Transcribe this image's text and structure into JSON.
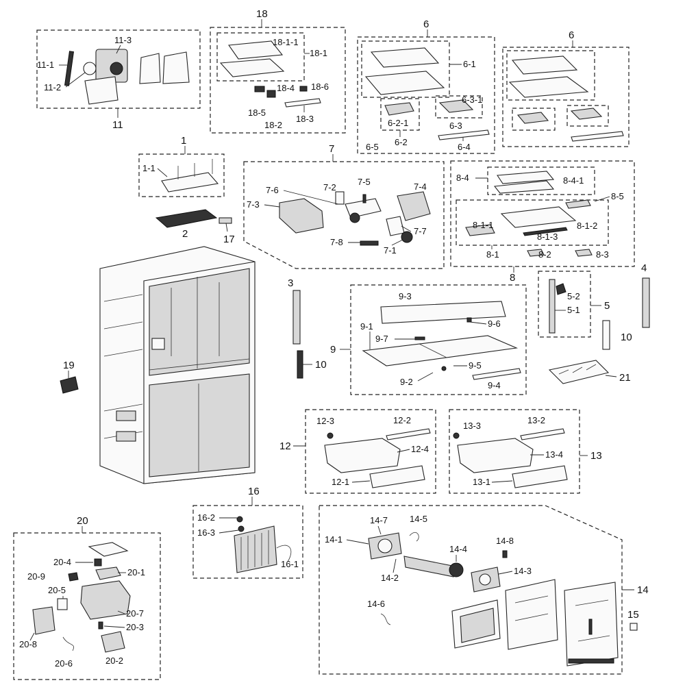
{
  "callouts": {
    "g1": "1",
    "c1_1": "1-1",
    "g2": "2",
    "g3": "3",
    "g4": "4",
    "g5": "5",
    "c5_1": "5-1",
    "c5_2": "5-2",
    "g6a": "6",
    "c6_1": "6-1",
    "c6_2": "6-2",
    "c6_2_1": "6-2-1",
    "c6_3": "6-3",
    "c6_3_1": "6-3-1",
    "c6_4": "6-4",
    "c6_5": "6-5",
    "g6b": "6",
    "g7": "7",
    "c7_1": "7-1",
    "c7_2": "7-2",
    "c7_3": "7-3",
    "c7_4": "7-4",
    "c7_5": "7-5",
    "c7_6": "7-6",
    "c7_7": "7-7",
    "c7_8": "7-8",
    "g8": "8",
    "c8_1": "8-1",
    "c8_1_1": "8-1-1",
    "c8_1_2": "8-1-2",
    "c8_1_3": "8-1-3",
    "c8_2": "8-2",
    "c8_3": "8-3",
    "c8_4": "8-4",
    "c8_4_1": "8-4-1",
    "c8_5": "8-5",
    "g9": "9",
    "c9_1": "9-1",
    "c9_2": "9-2",
    "c9_3": "9-3",
    "c9_4": "9-4",
    "c9_5": "9-5",
    "c9_6": "9-6",
    "c9_7": "9-7",
    "g10a": "10",
    "g10b": "10",
    "g11": "11",
    "c11_1": "11-1",
    "c11_2": "11-2",
    "c11_3": "11-3",
    "g12": "12",
    "c12_1": "12-1",
    "c12_2": "12-2",
    "c12_3": "12-3",
    "c12_4": "12-4",
    "g13": "13",
    "c13_1": "13-1",
    "c13_2": "13-2",
    "c13_3": "13-3",
    "c13_4": "13-4",
    "g14": "14",
    "c14_1": "14-1",
    "c14_2": "14-2",
    "c14_3": "14-3",
    "c14_4": "14-4",
    "c14_5": "14-5",
    "c14_6": "14-6",
    "c14_7": "14-7",
    "c14_8": "14-8",
    "g15": "15",
    "g16": "16",
    "c16_1": "16-1",
    "c16_2": "16-2",
    "c16_3": "16-3",
    "g17": "17",
    "g18": "18",
    "c18_1": "18-1",
    "c18_1_1": "18-1-1",
    "c18_2": "18-2",
    "c18_3": "18-3",
    "c18_4": "18-4",
    "c18_5": "18-5",
    "c18_6": "18-6",
    "g19": "19",
    "g20": "20",
    "c20_1": "20-1",
    "c20_2": "20-2",
    "c20_3": "20-3",
    "c20_4": "20-4",
    "c20_5": "20-5",
    "c20_6": "20-6",
    "c20_7": "20-7",
    "c20_8": "20-8",
    "c20_9": "20-9",
    "g21": "21"
  }
}
